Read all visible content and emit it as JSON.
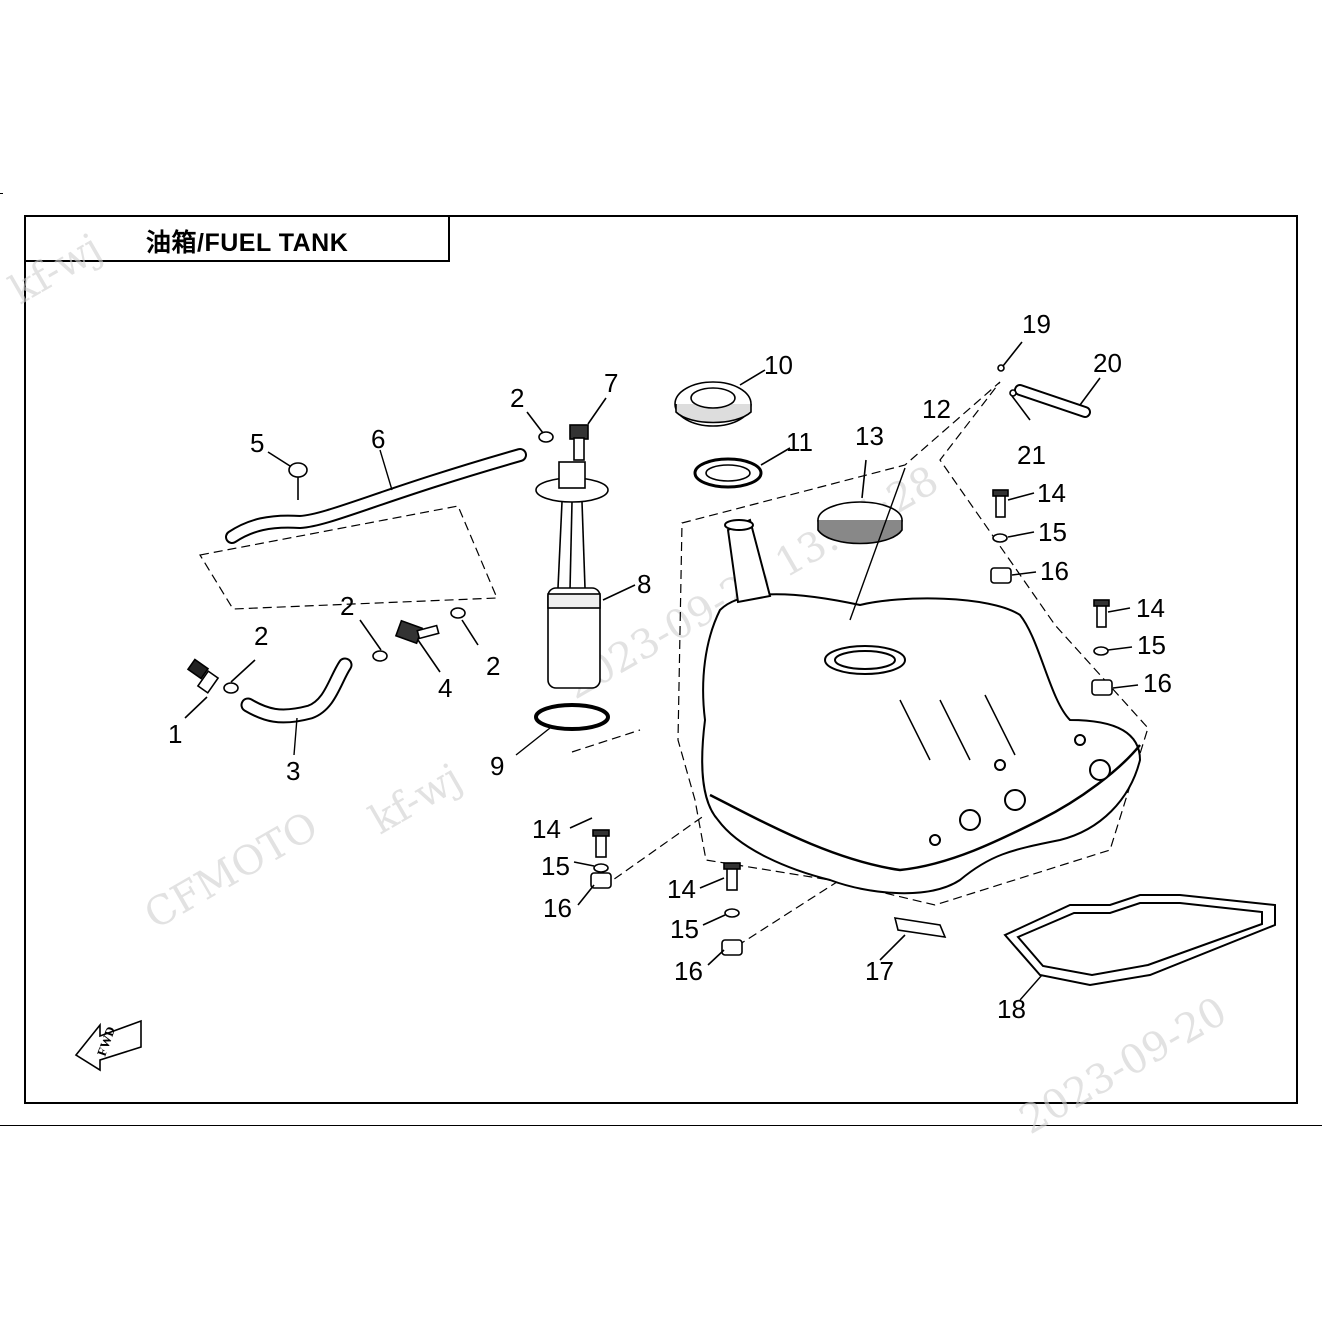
{
  "title": "油箱/FUEL TANK",
  "fwd_label": "FWD",
  "watermark": {
    "brand": "CFMOTO",
    "code": "kf-wj",
    "timestamp": "2023-09-20 13:34:28",
    "date_repeat": "2023-09-20"
  },
  "callouts": [
    {
      "id": "c1",
      "label": "1"
    },
    {
      "id": "c2a",
      "label": "2"
    },
    {
      "id": "c2b",
      "label": "2"
    },
    {
      "id": "c2c",
      "label": "2"
    },
    {
      "id": "c2d",
      "label": "2"
    },
    {
      "id": "c3",
      "label": "3"
    },
    {
      "id": "c4",
      "label": "4"
    },
    {
      "id": "c5",
      "label": "5"
    },
    {
      "id": "c6",
      "label": "6"
    },
    {
      "id": "c7",
      "label": "7"
    },
    {
      "id": "c8",
      "label": "8"
    },
    {
      "id": "c9",
      "label": "9"
    },
    {
      "id": "c10",
      "label": "10"
    },
    {
      "id": "c11",
      "label": "11"
    },
    {
      "id": "c12",
      "label": "12"
    },
    {
      "id": "c13",
      "label": "13"
    },
    {
      "id": "c14a",
      "label": "14"
    },
    {
      "id": "c14b",
      "label": "14"
    },
    {
      "id": "c14c",
      "label": "14"
    },
    {
      "id": "c14d",
      "label": "14"
    },
    {
      "id": "c15a",
      "label": "15"
    },
    {
      "id": "c15b",
      "label": "15"
    },
    {
      "id": "c15c",
      "label": "15"
    },
    {
      "id": "c15d",
      "label": "15"
    },
    {
      "id": "c16a",
      "label": "16"
    },
    {
      "id": "c16b",
      "label": "16"
    },
    {
      "id": "c16c",
      "label": "16"
    },
    {
      "id": "c16d",
      "label": "16"
    },
    {
      "id": "c17",
      "label": "17"
    },
    {
      "id": "c18",
      "label": "18"
    },
    {
      "id": "c19",
      "label": "19"
    },
    {
      "id": "c20",
      "label": "20"
    },
    {
      "id": "c21",
      "label": "21"
    }
  ]
}
